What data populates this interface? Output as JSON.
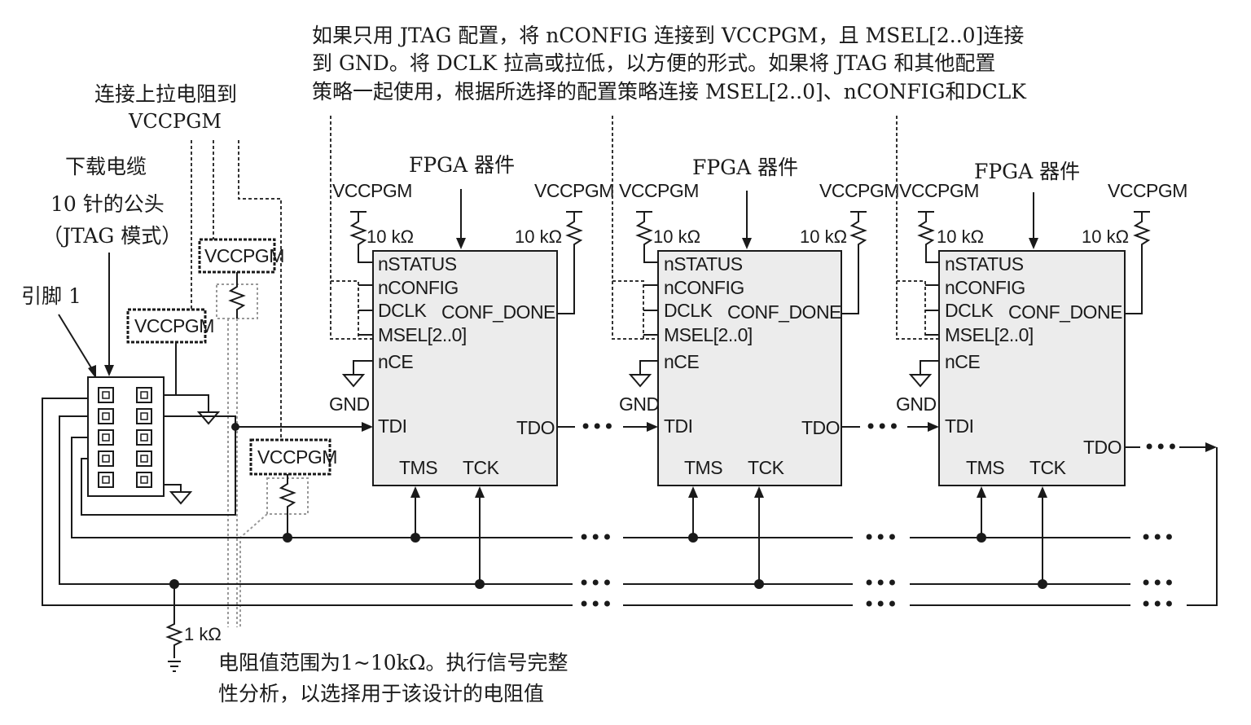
{
  "notes": {
    "top_line1": "如果只用 JTAG 配置，将 nCONFIG 连接到 VCCPGM，且 MSEL[2..0]连接",
    "top_line2": "到 GND。将 DCLK 拉高或拉低，以方便的形式。如果将 JTAG 和其他配置",
    "top_line3": "策略一起使用，根据所选择的配置策略连接 MSEL[2..0]、nCONFIG和DCLK",
    "pullup_line1": "连接上拉电阻到",
    "pullup_line2": "VCCPGM",
    "cable_line1": "下载电缆",
    "cable_line2": "10 针的公头",
    "cable_line3": "（JTAG 模式）",
    "pin1": "引脚 1",
    "bottom_line1": "电阻值范围为1~10kΩ。执行信号完整",
    "bottom_line2": "性分析，以选择用于该设计的电阻值"
  },
  "rail": {
    "vccpgm": "VCCPGM",
    "gnd": "GND",
    "r10k": "10 kΩ",
    "r1k": "1 kΩ"
  },
  "devices": [
    {
      "title": "FPGA 器件",
      "pins_left": [
        "nSTATUS",
        "nCONFIG",
        "DCLK",
        "MSEL[2..0]",
        "nCE",
        "TDI"
      ],
      "conf_done": "CONF_DONE",
      "tdo": "TDO",
      "tms": "TMS",
      "tck": "TCK"
    },
    {
      "title": "FPGA 器件",
      "pins_left": [
        "nSTATUS",
        "nCONFIG",
        "DCLK",
        "MSEL[2..0]",
        "nCE",
        "TDI"
      ],
      "conf_done": "CONF_DONE",
      "tdo": "TDO",
      "tms": "TMS",
      "tck": "TCK"
    },
    {
      "title": "FPGA 器件",
      "pins_left": [
        "nSTATUS",
        "nCONFIG",
        "DCLK",
        "MSEL[2..0]",
        "nCE",
        "TDI"
      ],
      "conf_done": "CONF_DONE",
      "tdo": "TDO",
      "tms": "TMS",
      "tck": "TCK"
    }
  ],
  "continuation": "•••"
}
